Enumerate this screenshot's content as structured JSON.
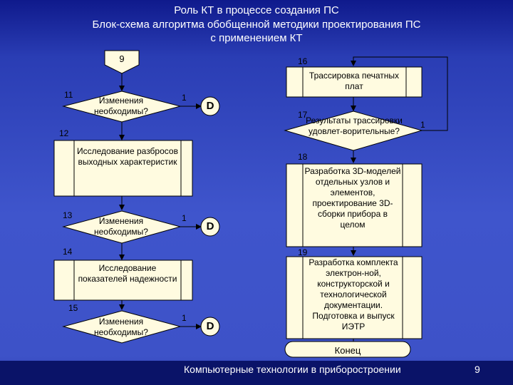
{
  "header": {
    "line1": "Роль КТ в процессе создания ПС",
    "line2": "Блок-схема алгоритма обобщенной методики проектирования ПС",
    "line3": "с применением КТ"
  },
  "footer": {
    "course": "Компьютерные технологии в приборостроении",
    "page": "9"
  },
  "flowchart": {
    "connector_9": "9",
    "connector_16": "16",
    "left": {
      "d11": {
        "num": "11",
        "text": "Изменения необходимы?",
        "yes": "1",
        "target": "D"
      },
      "p12": {
        "num": "12",
        "text": "Исследование разбросов выходных характеристик"
      },
      "d13": {
        "num": "13",
        "text": "Изменения необходимы?",
        "yes": "1",
        "target": "D"
      },
      "p14": {
        "num": "14",
        "text": "Исследование показателей надежности"
      },
      "d15": {
        "num": "15",
        "text": "Изменения необходимы?",
        "yes": "1",
        "target": "D"
      }
    },
    "right": {
      "p16": {
        "text": "Трассировка печатных плат"
      },
      "d17": {
        "num": "17",
        "text": "Результаты трассировки удовлет-ворительные?",
        "yes": "1"
      },
      "p18": {
        "num": "18",
        "text": "Разработка 3D-моделей отдельных узлов и элементов, проектирование 3D-сборки прибора в целом"
      },
      "p19": {
        "num": "19",
        "text": "Разработка комплекта электрон-ной, конструкторской и технологической документации. Подготовка и выпуск ИЭТР"
      },
      "end": {
        "text": "Конец"
      }
    }
  }
}
